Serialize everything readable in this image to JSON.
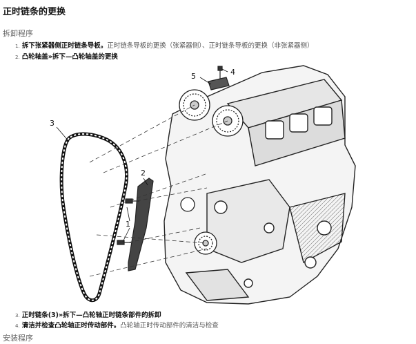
{
  "page": {
    "title": "正时链条的更换",
    "removal_heading": "拆卸程序",
    "install_heading": "安装程序"
  },
  "steps": [
    {
      "num": "1.",
      "bold": "拆下张紧器侧正时链条导板。",
      "tail": "正时链条导板的更换（张紧器侧）、正时链条导板的更换（非张紧器侧）"
    },
    {
      "num": "2.",
      "bold": "凸轮轴盖»拆下—凸轮轴盖的更换",
      "tail": ""
    },
    {
      "num": "3.",
      "bold": "正时链条(3)»拆下—凸轮轴正时链条部件的拆卸",
      "tail": ""
    },
    {
      "num": "4.",
      "bold": "清洁并检查凸轮轴正时传动部件。",
      "tail": "凸轮轴正时传动部件的清洁与检查"
    }
  ],
  "figure": {
    "callouts": [
      "1",
      "2",
      "3",
      "4",
      "5"
    ]
  }
}
